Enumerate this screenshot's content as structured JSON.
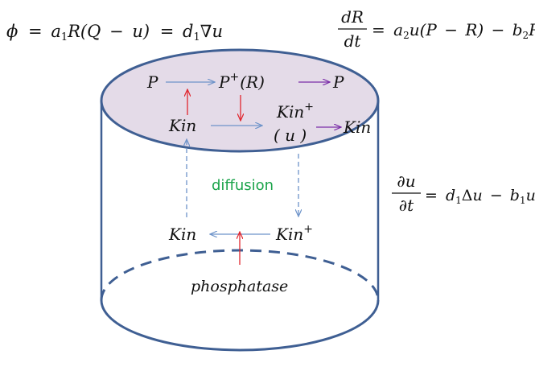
{
  "equations": {
    "flux": {
      "lead": "ϕ",
      "eq1": "=",
      "a": "a",
      "a_sub": "1",
      "r_open": "R(Q",
      "minus": "−",
      "u_close": "u)",
      "eq2": "=",
      "d": "d",
      "d_sub": "1",
      "nabla": "∇",
      "u": "u"
    },
    "dRdt": {
      "num": "dR",
      "den": "dt",
      "eq": "=",
      "a": "a",
      "a_sub": "2",
      "body": "u(P",
      "minus1": "−",
      "body2": "R)",
      "minus2": "−",
      "b": "b",
      "b_sub": "2",
      "tail": "R"
    },
    "dudt": {
      "num": "∂u",
      "den": "∂t",
      "eq": "=",
      "d": "d",
      "d_sub": "1",
      "delta": "Δ",
      "u": "u",
      "minus": "−",
      "b": "b",
      "b_sub": "1",
      "tail": "u"
    }
  },
  "membrane": {
    "p": "P",
    "p_plus": "P",
    "p_plus_sup": "+",
    "p_plus_r": "(R)",
    "p_out": "P",
    "kin": "Kin",
    "kin_plus": "Kin",
    "kin_plus_sup": "+",
    "u_label": "( u )",
    "kin_out": "Kin"
  },
  "cytosol": {
    "diffusion": "diffusion",
    "kin_bottom": "Kin",
    "kin_plus_bottom": "Kin",
    "kin_plus_bottom_sup": "+",
    "phosphatase": "phosphatase"
  },
  "colors": {
    "outline": "#3f5f93",
    "top_fill": "#e4dbe8",
    "arrow_blue": "#6d93c9",
    "arrow_red": "#e0262e",
    "arrow_purple": "#7a2da8",
    "diffusion_text": "#1aa34a"
  }
}
